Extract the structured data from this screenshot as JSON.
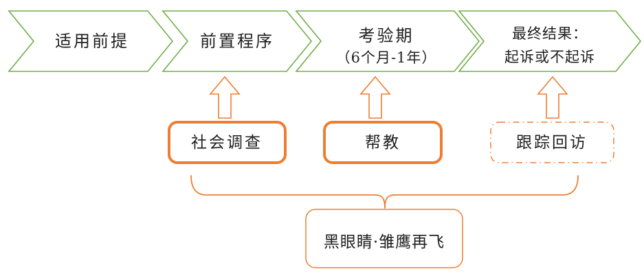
{
  "diagram": {
    "type": "process-flow",
    "flow_steps": [
      {
        "lines": [
          "适用前提",
          ""
        ]
      },
      {
        "lines": [
          "前置程序",
          ""
        ]
      },
      {
        "lines": [
          "考验期",
          "（6个月-1年）"
        ]
      },
      {
        "lines": [
          "最终结果：",
          "起诉或不起诉"
        ]
      }
    ],
    "support_boxes": [
      {
        "label": "社会调查",
        "border": "solid-thick"
      },
      {
        "label": "帮教",
        "border": "solid-thick"
      },
      {
        "label": "跟踪回访",
        "border": "dash-dot"
      }
    ],
    "program_box": {
      "label": "黑眼睛·雏鹰再飞"
    },
    "icons": {
      "step_shape": "chevron-right-arrow",
      "connector": "block-arrow-up",
      "group": "curly-brace-down"
    },
    "colors": {
      "step_outline": "#70AD47",
      "accent_orange": "#ED7D31",
      "text": "#1F1F1F",
      "background": "#FFFFFF"
    }
  }
}
